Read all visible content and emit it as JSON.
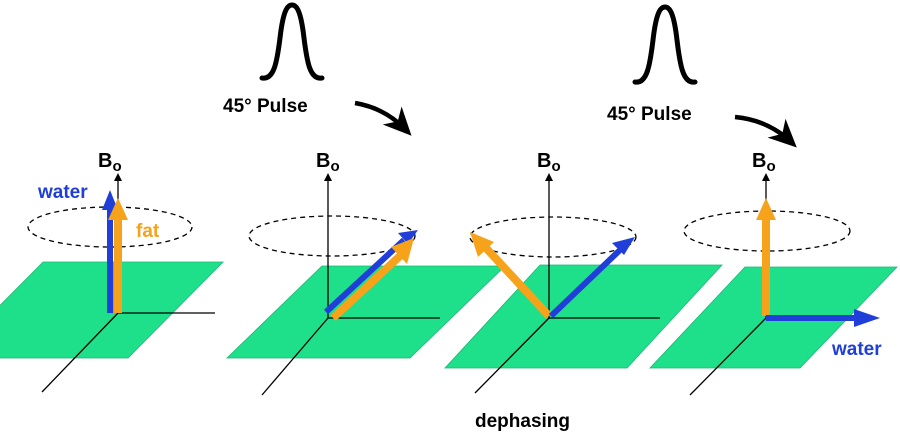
{
  "pulses": [
    {
      "label": "45° Pulse"
    },
    {
      "label": "45° Pulse"
    }
  ],
  "panels": [
    {
      "axis_label": "B",
      "axis_sub": "o",
      "labels": {
        "water": "water",
        "fat": "fat"
      }
    },
    {
      "axis_label": "B",
      "axis_sub": "o"
    },
    {
      "axis_label": "B",
      "axis_sub": "o",
      "caption": "dephasing"
    },
    {
      "axis_label": "B",
      "axis_sub": "o",
      "labels": {
        "water": "water"
      }
    }
  ],
  "colors": {
    "water": "#1f3fd8",
    "fat": "#f7a21b",
    "plane": "#1fe08a"
  }
}
